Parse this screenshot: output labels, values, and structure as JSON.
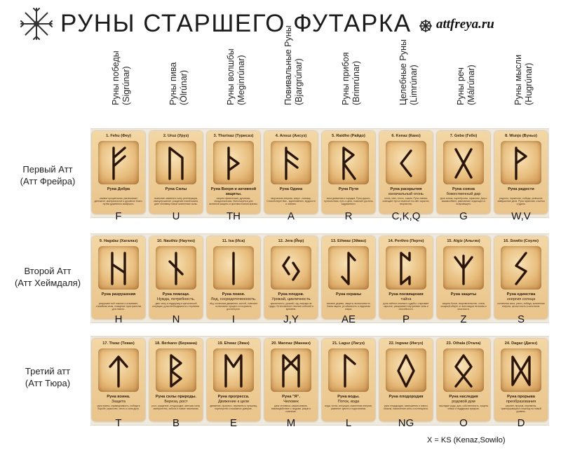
{
  "header": {
    "title": "РУНЫ СТАРШЕГО ФУТАРКА",
    "site": "attfreya.ru",
    "logo_icon": "vegvisir-icon",
    "site_icon": "compass-icon"
  },
  "columns": [
    {
      "title": "Руны победы",
      "sub": "(Sigrúnar)"
    },
    {
      "title": "Руны пива",
      "sub": "(Ölrúnar)"
    },
    {
      "title": "Руны волшбы",
      "sub": "(Meginrúnar)"
    },
    {
      "title": "Повивальные Руны",
      "sub": "(Bjargrúnar)"
    },
    {
      "title": "Руны прибоя",
      "sub": "(Brimrúnar)"
    },
    {
      "title": "Целебные Руны",
      "sub": "(Limrúnar)"
    },
    {
      "title": "Руны реч",
      "sub": "(Málrúnar)"
    },
    {
      "title": "Руны мысли",
      "sub": "(Hugrúnar)"
    }
  ],
  "rows": [
    {
      "label1": "Первый Атт",
      "label2": "(Атт Фрейра)"
    },
    {
      "label1": "Второй Атт",
      "label2": "(Атт Хеймдаля)"
    },
    {
      "label1": "Третий атт",
      "label2": "(Атт Тюра)"
    }
  ],
  "runes": [
    {
      "name": "1. Fehu (Феу)",
      "caption": "Руна Добра",
      "desc": "символ процветания, увеличивает денежное, материальное и духовное благо, путём душевного комфорта.",
      "letter": "F",
      "glyph": "fehu"
    },
    {
      "name": "2. Uruz (Уруз)",
      "caption": "Руна Силы",
      "desc": "позволяет изменять силу, регенерация, самоулучшение, рождение новой жизни, дает человеку новые жизненные силы.",
      "letter": "U",
      "glyph": "uruz"
    },
    {
      "name": "3. Thurisaz (Турисаз)",
      "caption": "Руна Вихря и активной защиты.",
      "desc": "защита физическая, духовная, эмоциональная. Используется для активной защиты и противостояния врагам.",
      "letter": "TH",
      "glyph": "thurisaz"
    },
    {
      "name": "4. Ansuz (Ансуз)",
      "caption": "Руна Одина",
      "desc": "творческие энергии, ансуз - помощь. Способствует Вас - вдохновению, мудрости и знанию.",
      "letter": "A",
      "glyph": "ansuz"
    },
    {
      "name": "5. Raidho (Райдо)",
      "caption": "Руна Пути",
      "desc": "сила движения и порядка. Руна дороги, путешествия, путь к цели, помогает достичь задуманного.",
      "letter": "R",
      "glyph": "raidho"
    },
    {
      "name": "6. Kenaz (Кано)",
      "caption": "Руна раскрытия",
      "caption2": "изначальный огонь",
      "desc": "огонь, свет, тепло, пламя. Руна знания, освещает путь и выносит на свет скрытое, творчество.",
      "letter": "C,K,Q",
      "glyph": "kenaz"
    },
    {
      "name": "7. Gebo (Гебо)",
      "caption": "Руна союза",
      "caption2": "божественный дар",
      "desc": "руна союза, партнёрства, гармонии. Дар и взаимообмен, равновесие отдающего и получающего.",
      "letter": "G",
      "glyph": "gebo"
    },
    {
      "name": "8. Wunjo (Вуньо)",
      "caption": "Руна радости",
      "desc": "радость, торжество, победа, успешное завершение дела. Руна гармонии, счастья и удачи.",
      "letter": "W,V",
      "glyph": "wunjo"
    },
    {
      "name": "9. Hagalaz (Хагалаз)",
      "caption": "Руна разрушения",
      "desc": "разрушает всё ложное и отжившее, стихийная сила, очищение пространства для нового.",
      "letter": "H",
      "glyph": "hagalaz"
    },
    {
      "name": "10. Nauthiz (Наутиз)",
      "caption": "Руна помощи.",
      "caption2": "Нужда, потребность.",
      "desc": "дает силу и поддержку в критической ситуации, руна необходимости и терпения.",
      "letter": "N",
      "glyph": "nauthiz"
    },
    {
      "name": "11. Isa (Иса)",
      "caption": "Руна покоя.",
      "caption2": "Лед, сосредоточенность.",
      "desc": "лёд, остановка движения, застой, помогает остановить процесс и сохранить достигнутое.",
      "letter": "I",
      "glyph": "isa"
    },
    {
      "name": "12. Jera (Йер)",
      "caption": "Руна плодов.",
      "caption2": "Урожай, цикличность",
      "desc": "цикличность, урожай, год, награда за труды. Естественное течение событий и времени.",
      "letter": "J,Y",
      "glyph": "jera"
    },
    {
      "name": "13. Eihwaz (Эйваз)",
      "caption": "Руна охраны",
      "desc": "тисовое дерево, защита, выносливость. Связь миров, устойчивость и надежная опора.",
      "letter": "AE",
      "glyph": "eihwaz"
    },
    {
      "name": "14. Perthro (Перто)",
      "caption": "Руна посвящения",
      "caption2": "тайна",
      "desc": "руна тайного знания и судьбы, открывает скрытое, раскрывает внутренние силы и способности.",
      "letter": "P",
      "glyph": "perthro"
    },
    {
      "name": "15. Algiz (Альгиз)",
      "caption": "Руна защиты",
      "desc": "защита богов, покровительство, очень мощный оберег от всех видов негатива и опасности.",
      "letter": "Z",
      "glyph": "algiz"
    },
    {
      "name": "16. Sowilo (Соуло)",
      "caption": "Руна единства",
      "caption2": "энергия солнца",
      "desc": "солнечная сила, успех, победа, жизненная энергия, целостность и сила воли.",
      "letter": "S",
      "glyph": "sowilo"
    },
    {
      "name": "17. Tiwaz (Тевах)",
      "caption": "Руна воина.",
      "caption2": "Защита",
      "desc": "руна воина, справедливость, победа в борьбе, мужество, честь и сила духа.",
      "letter": "T",
      "glyph": "tiwaz"
    },
    {
      "name": "18. Berkano (Беркана)",
      "caption": "Руна силы природы.",
      "caption2": "Береза, рост",
      "desc": "рост, рождение, плодородие, женская сила, материнство, забота и новые начинания.",
      "letter": "B",
      "glyph": "berkano"
    },
    {
      "name": "19. Ehwaz (Эваз)",
      "caption": "Руна прогресса.",
      "caption2": "Движение к цели",
      "desc": "движение, прогресс, перемены к лучшему, партнерство и взаимное доверие.",
      "letter": "E",
      "glyph": "ehwaz"
    },
    {
      "name": "20. Mannaz (Манназ)",
      "caption": "Руна \"Я\".",
      "caption2": "Человек",
      "desc": "руна человека, самопознание, взаимодействие с людьми, разум и сознание.",
      "letter": "M",
      "glyph": "mannaz"
    },
    {
      "name": "21. Laguz (Лагуз)",
      "caption": "Руна воды.",
      "caption2": "Поток, вода",
      "desc": "вода, поток, интуиция, жизненная энергия, развитие чувств и подсознания.",
      "letter": "L",
      "glyph": "laguz"
    },
    {
      "name": "22. Ingwaz (Ингуз)",
      "caption": "Руна плодородия",
      "desc": "руна плодородия, завершения и нового начала, накопление силы и потенциала.",
      "letter": "NG",
      "glyph": "ingwaz"
    },
    {
      "name": "23. Othala (Отала)",
      "caption": "Руна наследия",
      "caption2": "родовой дом",
      "desc": "наследие рода, дом, собственность, защита семьи и поддержка предков.",
      "letter": "O",
      "glyph": "othala"
    },
    {
      "name": "24. Dagaz (Дагаз)",
      "caption": "Руна прорыва",
      "caption2": "преобразования",
      "desc": "рассвет, прорыв, перемены, трансформация и переход на новый уровень.",
      "letter": "D",
      "glyph": "dagaz"
    }
  ],
  "footnote": "X = KS (Kenaz,Sowilo)",
  "colors": {
    "card": "#e9c48b",
    "band": "#efe9de",
    "rune_stroke": "#2a1508"
  }
}
